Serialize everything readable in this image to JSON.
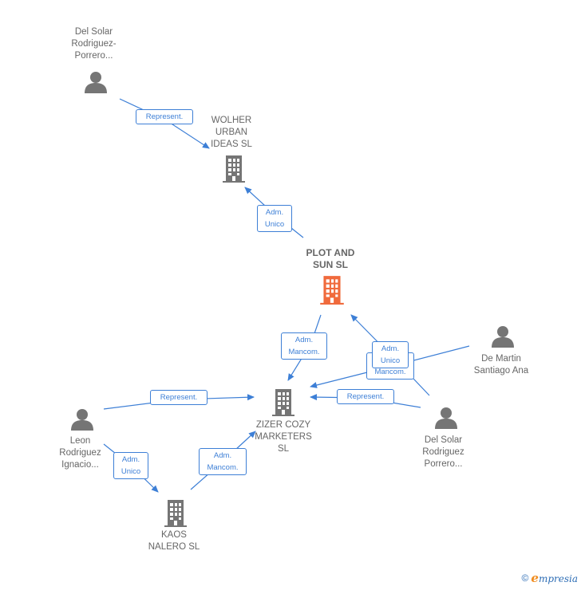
{
  "colors": {
    "edge": "#3d7fd6",
    "person_icon": "#757575",
    "company_icon": "#757575",
    "main_company_icon": "#f06a3c",
    "label_text": "#666666"
  },
  "nodes": {
    "del_solar_top": {
      "label": "Del Solar\nRodriguez-\nPorrero...",
      "type": "person"
    },
    "wolher": {
      "label": "WOLHER\nURBAN\nIDEAS  SL",
      "type": "company"
    },
    "plot_and_sun": {
      "label": "PLOT AND\nSUN  SL",
      "type": "main-company"
    },
    "de_martin": {
      "label": "De Martin\nSantiago Ana",
      "type": "person"
    },
    "zizer": {
      "label": "ZIZER COZY\nMARKETERS\nSL",
      "type": "company"
    },
    "leon": {
      "label": "Leon\nRodriguez\nIgnacio...",
      "type": "person"
    },
    "del_solar_bottom": {
      "label": "Del Solar\nRodriguez\nPorrero...",
      "type": "person"
    },
    "kaos": {
      "label": "KAOS\nNALERO  SL",
      "type": "company"
    }
  },
  "edges": {
    "represent_top": {
      "label": "Represent."
    },
    "adm_unico_plot_wolher": {
      "label": "Adm.\nUnico"
    },
    "adm_mancom_plot_zizer": {
      "label": "Adm.\nMancom."
    },
    "adm_unico_demartin_plot": {
      "label": "Adm.\nUnico"
    },
    "adm_mancom_demartin_zizer": {
      "label": "Adm.\nMancom."
    },
    "represent_leon_zizer": {
      "label": "Represent."
    },
    "represent_delsolar_zizer": {
      "label": "Represent."
    },
    "adm_unico_leon_kaos": {
      "label": "Adm.\nUnico"
    },
    "adm_mancom_kaos_zizer": {
      "label": "Adm.\nMancom."
    }
  },
  "footer": {
    "copyright": "©",
    "brand_initial": "e",
    "brand_rest": "mpresia"
  }
}
